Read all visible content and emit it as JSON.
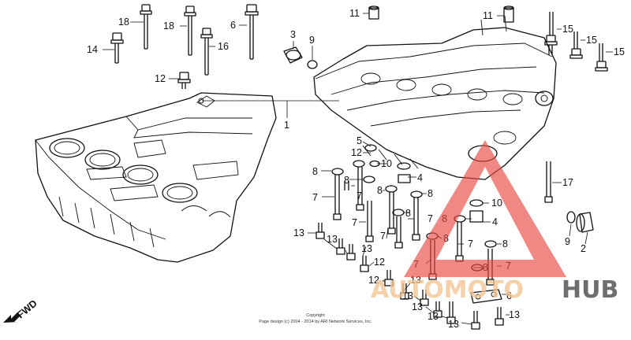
{
  "diagram": {
    "callouts": [
      "18",
      "18",
      "6",
      "14",
      "16",
      "12",
      "11",
      "11",
      "15",
      "15",
      "15",
      "3",
      "9",
      "1",
      "5",
      "12",
      "10",
      "4",
      "8",
      "8",
      "8",
      "8",
      "8",
      "8",
      "8",
      "10",
      "4",
      "8",
      "8",
      "7",
      "7",
      "7",
      "7",
      "7",
      "7",
      "7",
      "7",
      "17",
      "9",
      "2",
      "13",
      "13",
      "13",
      "12",
      "12",
      "13",
      "13",
      "13",
      "13",
      "13",
      "13",
      "6"
    ],
    "fwd_label": "FWD",
    "footer": [
      "Copyright",
      "Page design (c) 2004 - 2014 by ARI Network Services, Inc."
    ]
  },
  "watermark": {
    "part1": "AUTOMOTO",
    "part2": "HUB",
    "colors": {
      "triangle": "#e8473f",
      "part1": "#f2c28e",
      "part2": "#555555"
    }
  }
}
